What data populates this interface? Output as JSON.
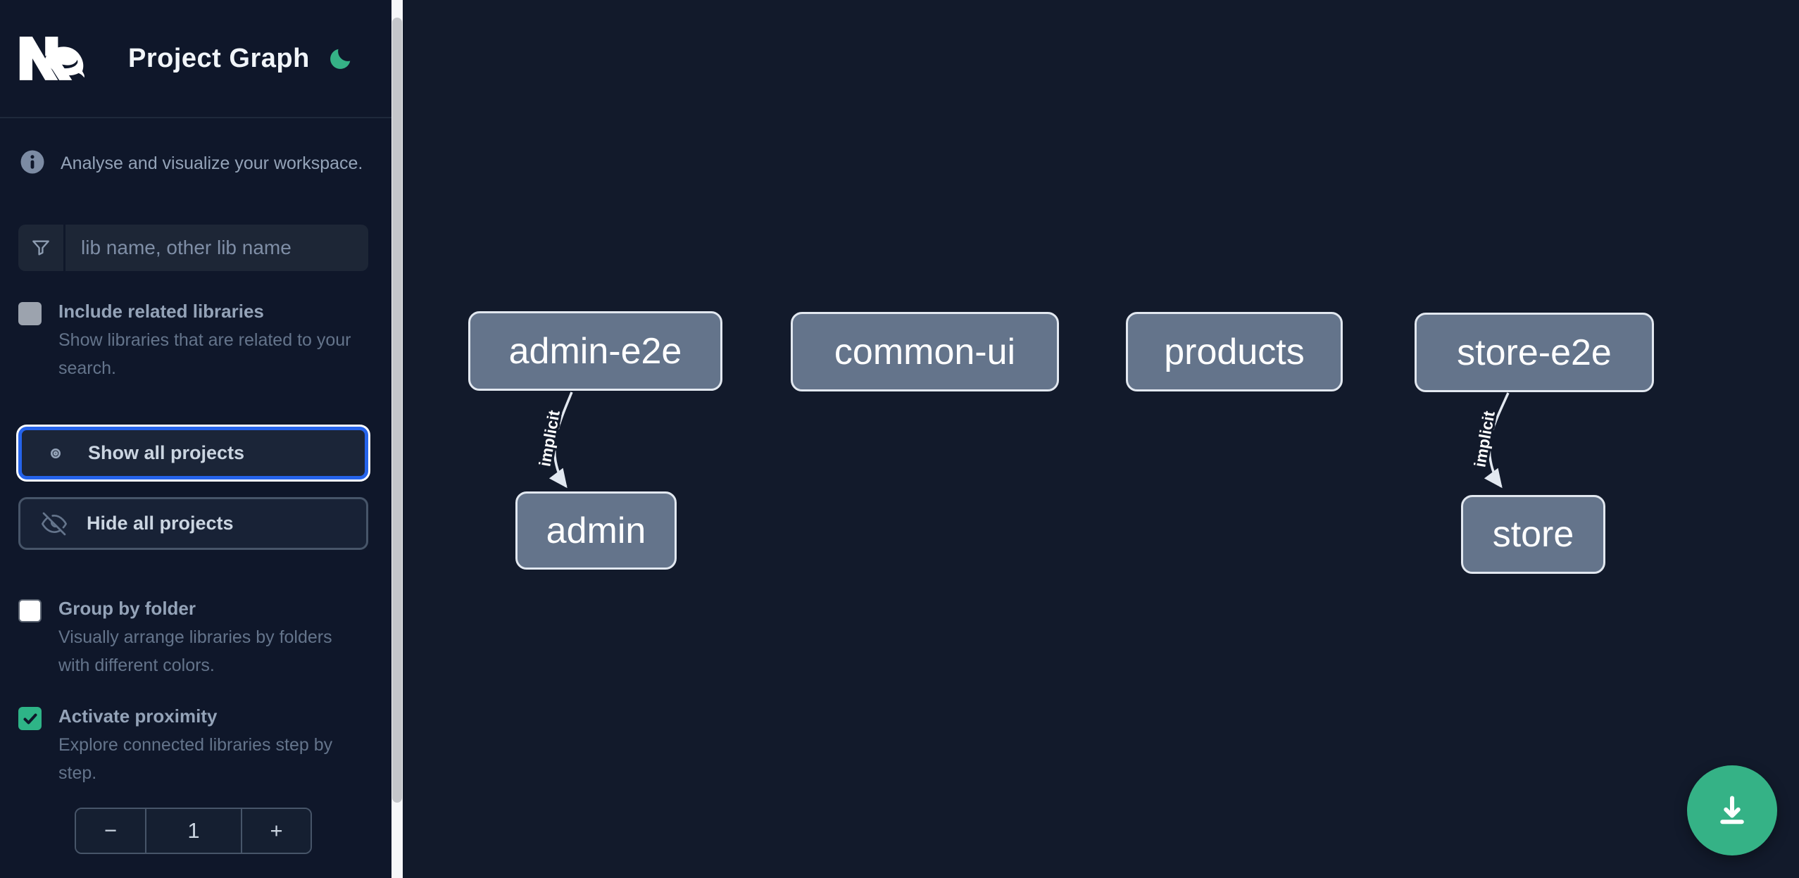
{
  "header": {
    "title": "Project Graph"
  },
  "sidebar": {
    "tagline": "Analyse and visualize your workspace.",
    "search": {
      "placeholder": "lib name, other lib name",
      "value": ""
    },
    "toggles": [
      {
        "label": "Include related libraries",
        "description": "Show libraries that are related to your search.",
        "checked": false,
        "disabled": true
      },
      {
        "label": "Group by folder",
        "description": "Visually arrange libraries by folders with different colors.",
        "checked": false,
        "disabled": false
      },
      {
        "label": "Activate proximity",
        "description": "Explore connected libraries step by step.",
        "checked": true,
        "disabled": false
      }
    ],
    "buttons": {
      "show_all": "Show all projects",
      "hide_all": "Hide all projects"
    },
    "proximity_stepper": {
      "decrement": "−",
      "value": "1",
      "increment": "+"
    }
  },
  "graph": {
    "nodes": [
      {
        "label": "admin-e2e"
      },
      {
        "label": "common-ui"
      },
      {
        "label": "products"
      },
      {
        "label": "store-e2e"
      },
      {
        "label": "admin"
      },
      {
        "label": "store"
      }
    ],
    "edges": [
      {
        "from": "admin-e2e",
        "to": "admin",
        "label": "implicit"
      },
      {
        "from": "store-e2e",
        "to": "store",
        "label": "implicit"
      }
    ]
  },
  "icons": {
    "logo": "nx-logo",
    "theme": "moon-icon",
    "info": "info-icon",
    "search": "filter-funnel-icon",
    "show": "eye-icon",
    "hide": "eye-off-icon",
    "fab": "download-icon"
  },
  "colors": {
    "sidebar_bg": "#0f172a",
    "canvas_bg": "#121a2b",
    "accent_green": "#35b286",
    "checkbox_green": "#2eb487",
    "focus_blue": "#2563eb",
    "node_fill": "#64748b",
    "node_border": "#e2e8f0",
    "edge_stroke": "#e2e8f0"
  }
}
